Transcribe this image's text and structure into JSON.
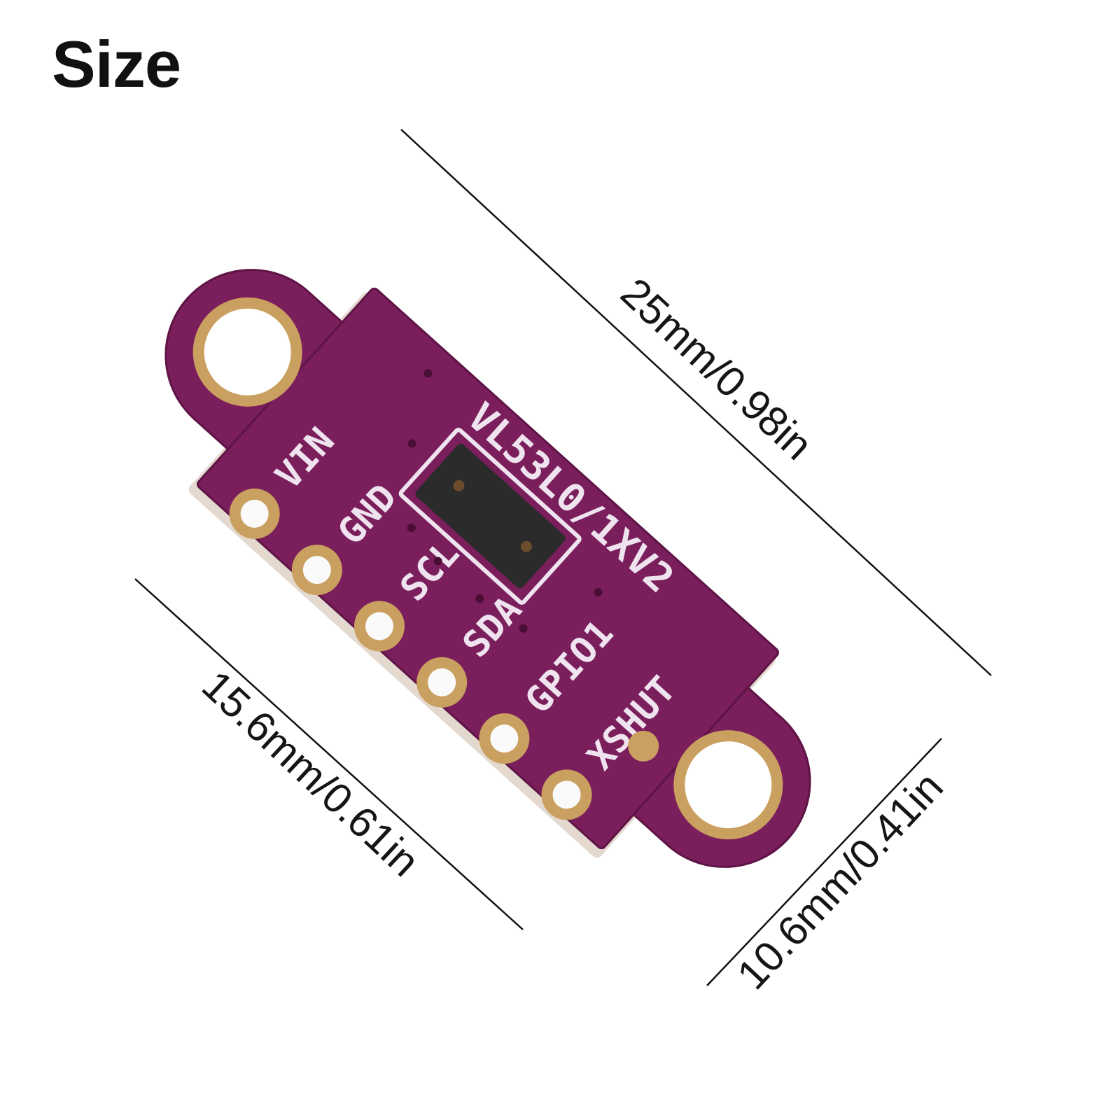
{
  "title": "Size",
  "board": {
    "model_label": "VL53L0/1XV2",
    "pins": [
      "VIN",
      "GND",
      "SCL",
      "SDA",
      "GPIO1",
      "XSHUT"
    ],
    "colors": {
      "pcb": "#7a1e5c",
      "pcb_edge": "#5e1445",
      "pad": "#c9a060",
      "chip": "#2b2b2b",
      "silkscreen": "#efe3ef"
    }
  },
  "dimensions": {
    "length": "25mm/0.98in",
    "board_width": "15.6mm/0.61in",
    "tab_width": "10.6mm/0.41in"
  }
}
